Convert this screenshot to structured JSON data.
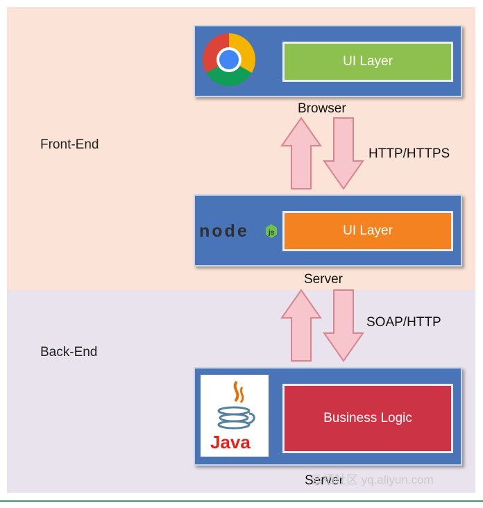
{
  "zones": {
    "front": "Front-End",
    "back": "Back-End"
  },
  "tiers": {
    "browser": {
      "layer": "UI Layer",
      "caption": "Browser",
      "logo": "chrome-logo",
      "layer_color": "#8dc04f"
    },
    "node": {
      "layer": "UI Layer",
      "caption": "Server",
      "logo": "nodejs-logo",
      "logo_text": "node",
      "layer_color": "#f58220"
    },
    "java": {
      "layer": "Business Logic",
      "caption": "Server",
      "logo": "java-logo",
      "logo_text": "Java",
      "layer_color": "#cc3344"
    }
  },
  "connectors": {
    "upper": "HTTP/HTTPS",
    "lower": "SOAP/HTTP"
  },
  "colors": {
    "tier_bg": "#4a74b8",
    "front_bg": "#fbe4d7",
    "back_bg": "#e9e3ee",
    "arrow_fill": "#f7c6cc",
    "arrow_stroke": "#d9848f"
  },
  "watermark": "云栖社区 yq.aliyun.com"
}
